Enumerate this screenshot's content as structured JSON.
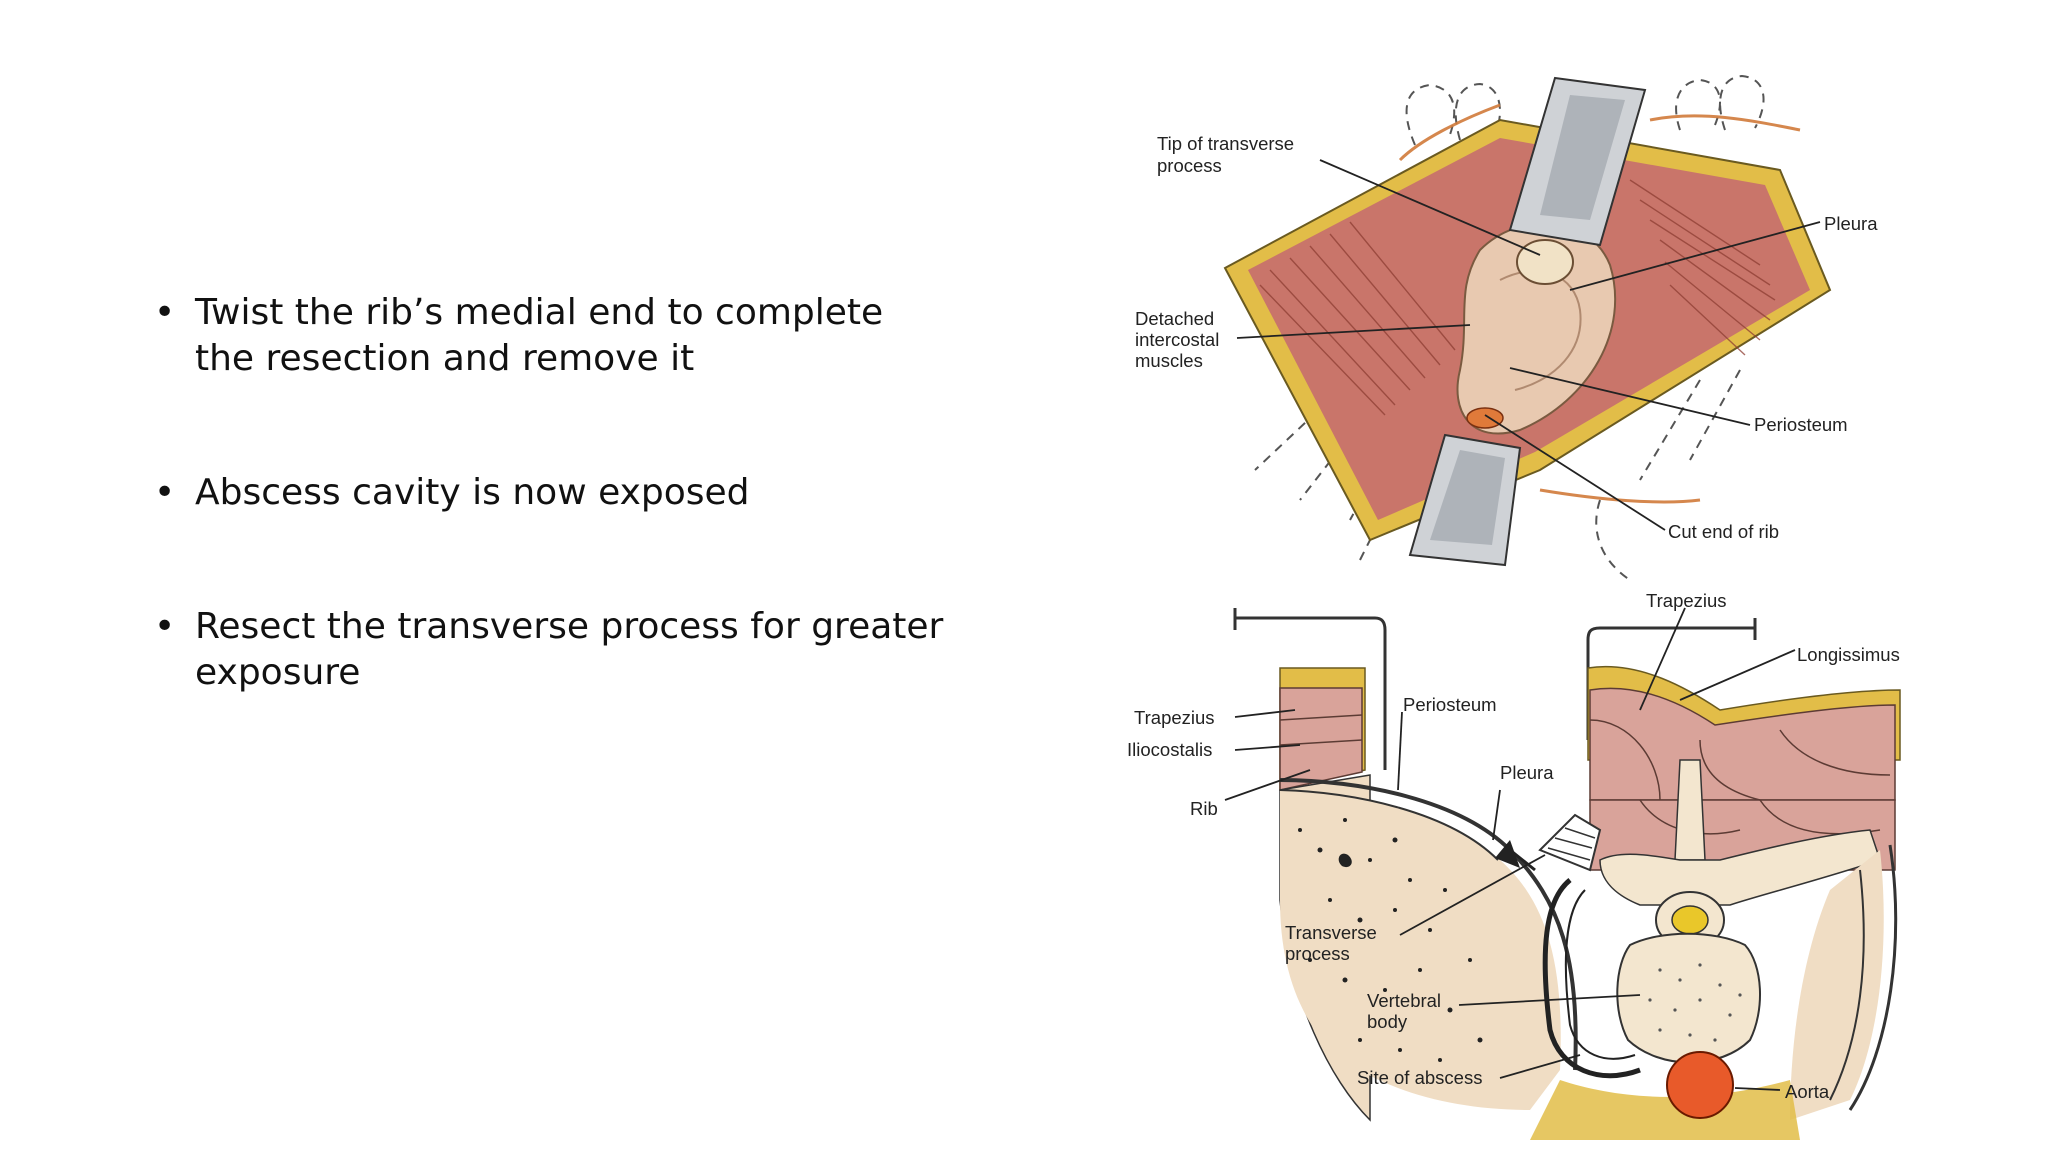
{
  "bullets": [
    {
      "line1": "Twist the rib’s medial end to complete",
      "line2": "the resection and remove it"
    },
    {
      "line1": "Abscess cavity is now exposed"
    },
    {
      "line1": "Resect the transverse process for greater",
      "line2": "exposure"
    }
  ],
  "top_figure": {
    "tip_transverse_1": "Tip of transverse",
    "tip_transverse_2": "process",
    "pleura": "Pleura",
    "detached_1": "Detached",
    "detached_2": "intercostal",
    "detached_3": "muscles",
    "periosteum": "Periosteum",
    "cut_end_of_rib": "Cut end of rib"
  },
  "bottom_figure": {
    "trapezius_top": "Trapezius",
    "longissimus": "Longissimus",
    "periosteum": "Periosteum",
    "trapezius_left": "Trapezius",
    "iliocostalis": "Iliocostalis",
    "pleura": "Pleura",
    "rib": "Rib",
    "transverse_1": "Transverse",
    "transverse_2": "process",
    "vertebral_1": "Vertebral",
    "vertebral_2": "body",
    "site_of_abscess": "Site of abscess",
    "aorta": "Aorta"
  },
  "colors": {
    "muscle": "#c9756a",
    "fat": "#e6c95a",
    "periosteum": "#e8c9b0",
    "bone": "#f3e6cf",
    "aorta": "#e85a2a"
  }
}
